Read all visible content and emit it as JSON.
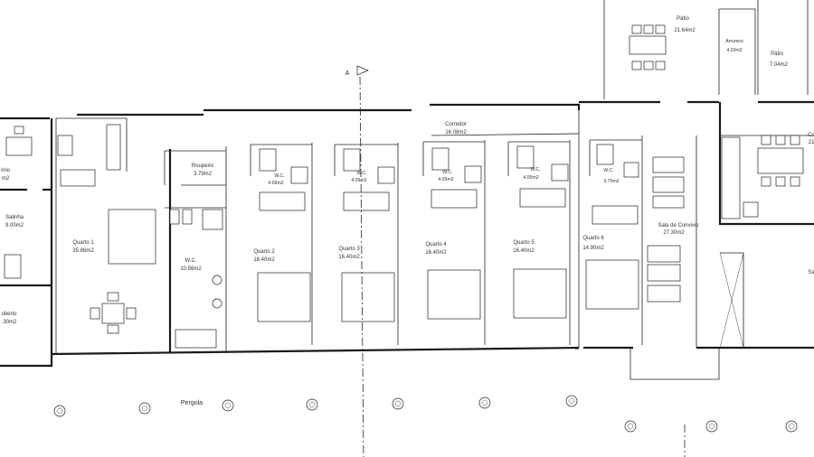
{
  "section": {
    "marker": "A"
  },
  "rooms": [
    {
      "id": "rooms-0",
      "name": "ório",
      "area": "m2"
    },
    {
      "id": "rooms-1",
      "name": "Salinha",
      "area": "9.00m2"
    },
    {
      "id": "rooms-2",
      "name": "oberto",
      "area": ".30m2"
    },
    {
      "id": "rooms-3",
      "name": "Quarto 1",
      "area": "35.86m2"
    },
    {
      "id": "rooms-4",
      "name": "Roupeiro",
      "area": "3.79m2"
    },
    {
      "id": "rooms-5",
      "name": "W.C.",
      "area": "10.56m2"
    },
    {
      "id": "rooms-6",
      "name": "W.C.",
      "area": "4.09m2"
    },
    {
      "id": "rooms-7",
      "name": "Quarto 2",
      "area": "16.40m2"
    },
    {
      "id": "rooms-8",
      "name": "W.C.",
      "area": "4.09m2"
    },
    {
      "id": "rooms-9",
      "name": "Quarto 3",
      "area": "16.40m2"
    },
    {
      "id": "rooms-10",
      "name": "W.C.",
      "area": "4.09m2"
    },
    {
      "id": "rooms-11",
      "name": "Quarto 4",
      "area": "16.40m2"
    },
    {
      "id": "rooms-12",
      "name": "W.C.",
      "area": "4.09m2"
    },
    {
      "id": "rooms-13",
      "name": "Quarto 5",
      "area": "16.40m2"
    },
    {
      "id": "rooms-14",
      "name": "W.C.",
      "area": "3.75m2"
    },
    {
      "id": "rooms-15",
      "name": "Quarto 6",
      "area": "14.90m2"
    },
    {
      "id": "rooms-16",
      "name": "Corredor",
      "area": "16.08m2"
    },
    {
      "id": "rooms-17",
      "name": "Sala de Convivio",
      "area": "27.30m2"
    },
    {
      "id": "rooms-18",
      "name": "Pátio",
      "area": "21.64m2"
    },
    {
      "id": "rooms-19",
      "name": "Arrumos",
      "area": "4.03m2"
    },
    {
      "id": "rooms-20",
      "name": "Pátio",
      "area": "7.04m2"
    },
    {
      "id": "rooms-21",
      "name": "Co",
      "area": "21"
    },
    {
      "id": "rooms-22",
      "name": "Sa",
      "area": ""
    }
  ],
  "pergola": {
    "label": "Pergola"
  }
}
